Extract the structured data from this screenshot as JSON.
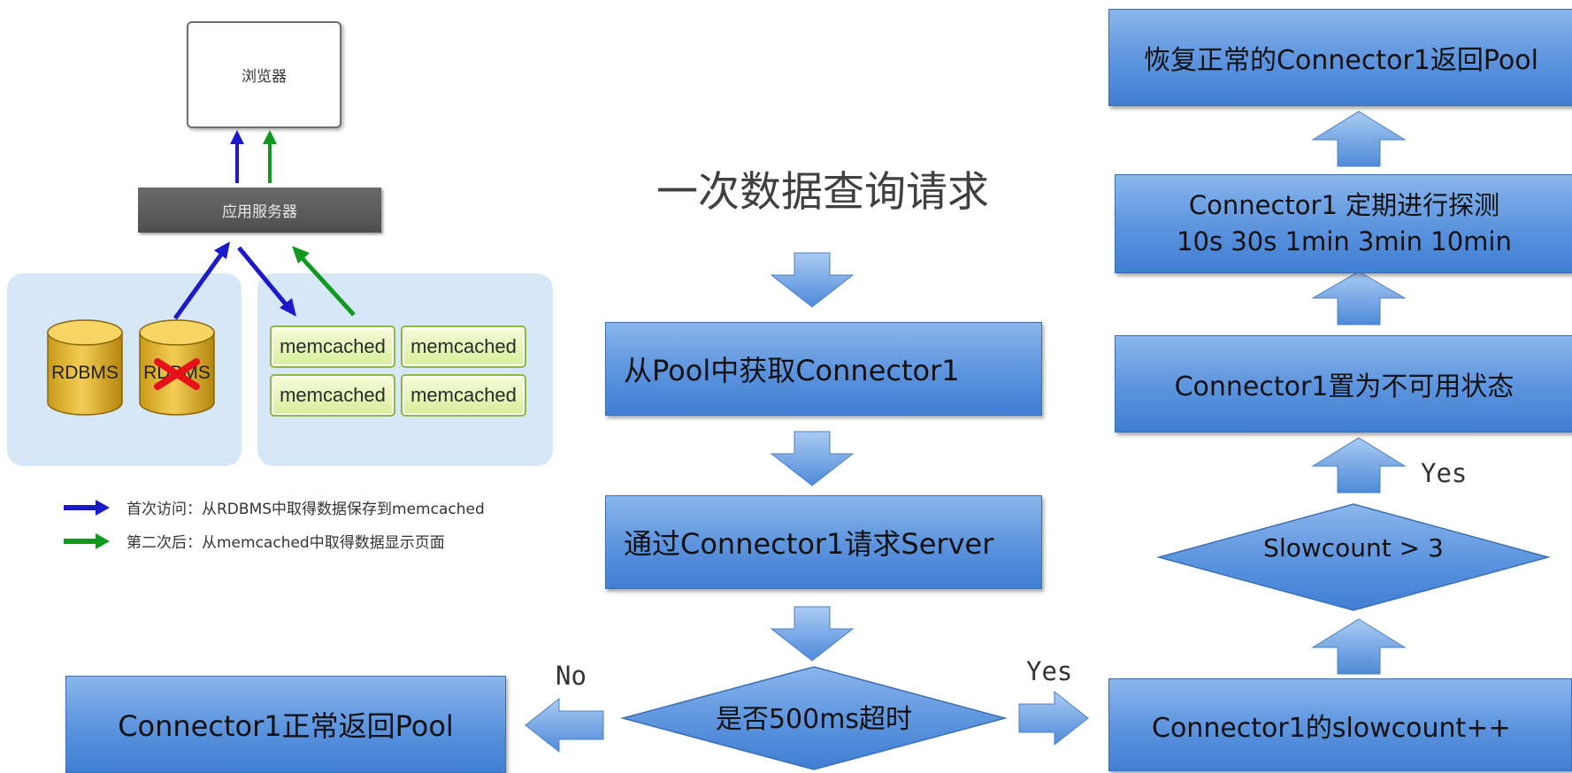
{
  "architecture": {
    "browser_label": "浏览器",
    "app_server_label": "应用服务器",
    "db_labels": [
      "RDBMS",
      "RDBMS"
    ],
    "memcached_labels": [
      "memcached",
      "memcached",
      "memcached",
      "memcached"
    ],
    "legend": [
      {
        "text": "首次访问：从RDBMS中取得数据保存到memcached",
        "color": "#1a1acc"
      },
      {
        "text": "第二次后：从memcached中取得数据显示页面",
        "color": "#0f9a1f"
      }
    ],
    "colors": {
      "first_access": "#1a1acc",
      "second_access": "#0f9a1f",
      "failed_mark": "#e8101a"
    }
  },
  "flowchart": {
    "title": "一次数据查询请求",
    "steps": {
      "get_connector": "从Pool中获取Connector1",
      "request_server": "通过Connector1请求Server",
      "timeout_check": "是否500ms超时",
      "normal_return": "Connector1正常返回Pool",
      "slowcount_inc": "Connector1的slowcount++",
      "slowcount_check": "Slowcount > 3",
      "set_unavailable": "Connector1置为不可用状态",
      "probe_line1": "Connector1 定期进行探测",
      "probe_line2": "10s 30s 1min 3min 10min",
      "restore": "恢复正常的Connector1返回Pool"
    },
    "labels": {
      "no": "No",
      "yes_right": "Yes",
      "yes_up": "Yes"
    },
    "colors": {
      "box_top": "#8ab6ec",
      "box_bottom": "#3f7fd3",
      "border": "#3a6fb5"
    }
  }
}
